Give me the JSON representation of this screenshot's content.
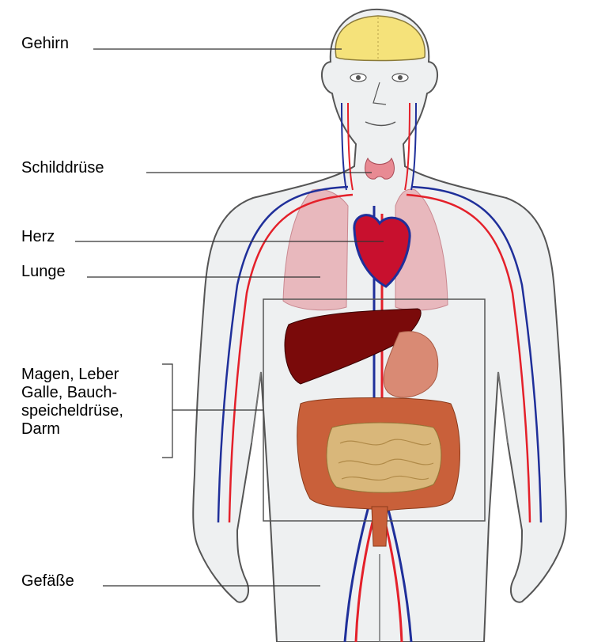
{
  "labels": {
    "brain": "Gehirn",
    "thyroid": "Schilddrüse",
    "heart": "Herz",
    "lung": "Lunge",
    "abdomen_line1": "Magen, Leber",
    "abdomen_line2": "Galle, Bauch-",
    "abdomen_line3": "speicheldrüse,",
    "abdomen_line4": "Darm",
    "vessels": "Gefäße"
  },
  "colors": {
    "body_fill": "#eef0f1",
    "body_outline": "#555555",
    "brain": "#f5e27a",
    "thyroid": "#e88a93",
    "lung": "#e8b8bd",
    "heart": "#c8102e",
    "liver": "#7a0a0a",
    "stomach": "#d98a74",
    "intestine_large": "#c9603a",
    "intestine_small": "#d9b77a",
    "artery": "#e4202a",
    "vein": "#1f2f9a"
  }
}
